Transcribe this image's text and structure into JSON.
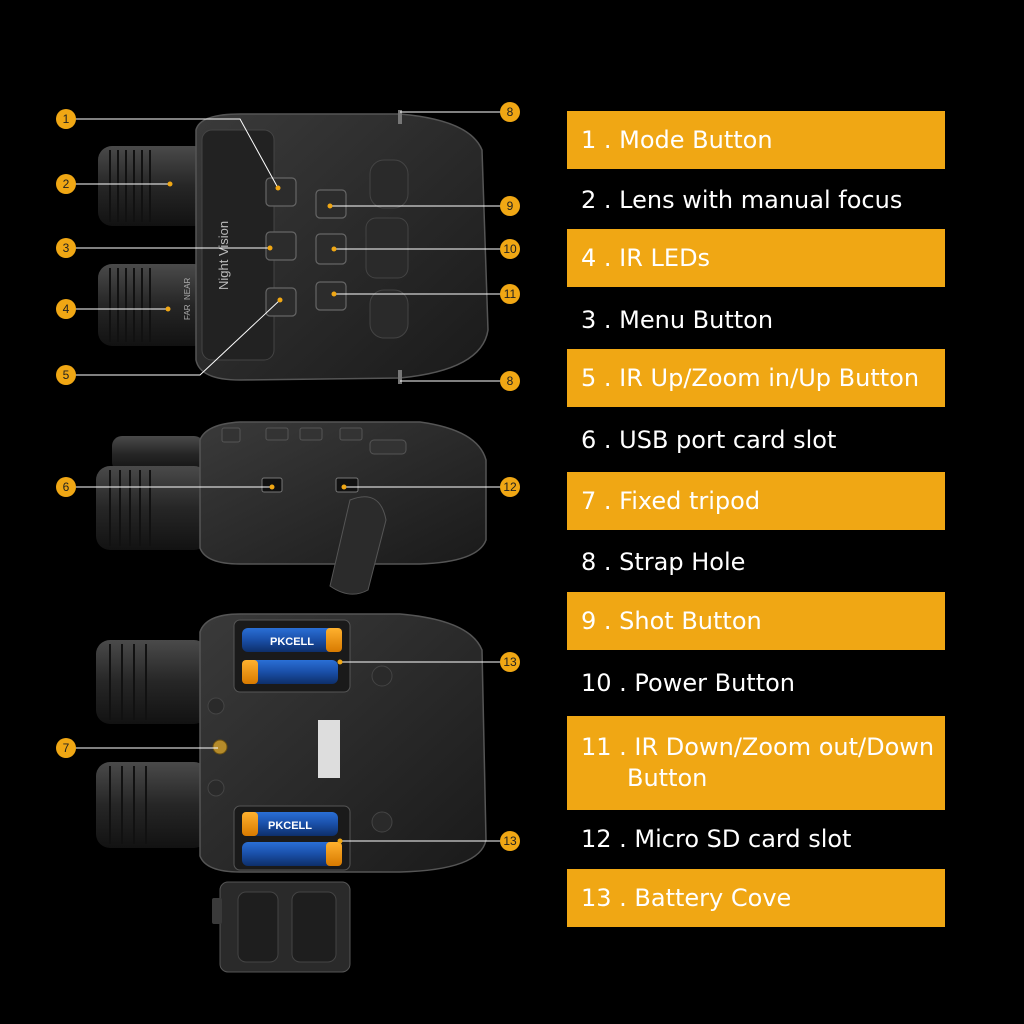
{
  "colors": {
    "background": "#000000",
    "accent": "#f0a714",
    "callout_fill": "#f0a714"
  },
  "device": {
    "top_view": {
      "brand_text": "Night Vision",
      "focus_text": "FAR",
      "near_text": "NEAR"
    },
    "bottom_view": {
      "battery_brand": "PKCELL"
    }
  },
  "callouts": [
    "1",
    "2",
    "3",
    "4",
    "5",
    "6",
    "7",
    "8",
    "8",
    "9",
    "10",
    "11",
    "12",
    "13",
    "13"
  ],
  "legend": [
    {
      "text": "1 . Mode Button",
      "highlight": true
    },
    {
      "text": "2 . Lens with manual focus",
      "highlight": false
    },
    {
      "text": "4 . IR LEDs",
      "highlight": true
    },
    {
      "text": "3 . Menu Button",
      "highlight": false
    },
    {
      "text": "5 . IR Up/Zoom in/Up Button",
      "highlight": true
    },
    {
      "text": "6 . USB port card slot",
      "highlight": false
    },
    {
      "text": "7 . Fixed tripod",
      "highlight": true
    },
    {
      "text": "8 . Strap Hole",
      "highlight": false
    },
    {
      "text": "9 . Shot Button",
      "highlight": true
    },
    {
      "text": "10 . Power Button",
      "highlight": false
    },
    {
      "text": "11 . IR Down/Zoom out/Down",
      "text_line2": "Button",
      "highlight": true
    },
    {
      "text": "12 . Micro SD card slot",
      "highlight": false
    },
    {
      "text": "13 . Battery Cove",
      "highlight": true
    }
  ]
}
